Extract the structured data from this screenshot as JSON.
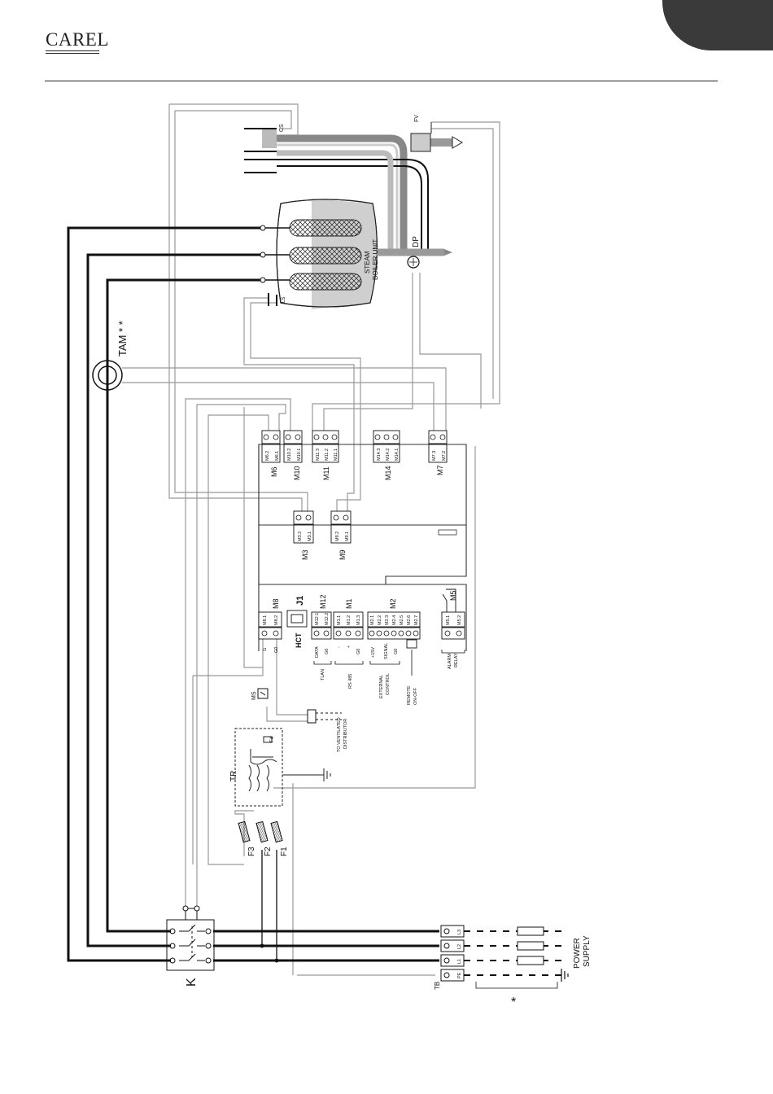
{
  "header": {
    "brand": "CAREL"
  },
  "diagram": {
    "steam_unit": [
      "STEAM",
      "BOILER UNIT"
    ],
    "components": {
      "cs": "CS",
      "fv": "FV",
      "dp": "DP",
      "ls": "LS",
      "tam": "TAM * *",
      "k": "K",
      "tr": "TR",
      "tb": "TB",
      "hct": "HCT",
      "ms": "MS",
      "f1": "F1",
      "f2": "F2",
      "f3": "F3",
      "f4": "F4"
    },
    "modules": {
      "m1": "M1",
      "m2": "M2",
      "m3": "M3",
      "m5": "M5",
      "m6": "M6",
      "m7": "M7",
      "m8": "M8",
      "m9": "M9",
      "m10": "M10",
      "m11": "M11",
      "m12": "M12",
      "m14": "M14",
      "j1": "J1"
    },
    "terminals": {
      "m6_2": "M6.2",
      "m6_1": "M6.1",
      "m10_2": "M10.2",
      "m10_1": "M10.1",
      "m11_3": "M11.3",
      "m11_2": "M11.2",
      "m11_1": "M11.1",
      "m14_3": "M14.3",
      "m14_2": "M14.2",
      "m14_1": "M14.1",
      "m7_3": "M7.3",
      "m7_2": "M7.2",
      "m3_2": "M3.2",
      "m3_1": "M3.1",
      "m9_2": "M9.2",
      "m9_1": "M9.1",
      "m8_1": "M8.1",
      "m8_2": "M8.2",
      "m12_1": "M12.1",
      "m12_2": "M12.2",
      "m1_1": "M1.1",
      "m1_2": "M1.2",
      "m1_3": "M1.3",
      "m2_1": "M2.1",
      "m2_2": "M2.2",
      "m2_3": "M2.3",
      "m2_4": "M2.4",
      "m2_5": "M2.5",
      "m2_6": "M2.6",
      "m2_7": "M2.7",
      "m5_1": "M5.1",
      "m5_2": "M5.2",
      "l3": "L3",
      "l2": "L2",
      "l1": "L1",
      "pe": "PE"
    },
    "wiring_labels": {
      "g": "G",
      "g0": "G0",
      "data": "DATA",
      "g0_tlan": "G0",
      "minus": "-",
      "plus": "+",
      "g0_rs": "G0",
      "v15": "+15V",
      "signal": "SIGNAL",
      "g0_ext": "G0",
      "tlan": "TLAN",
      "rs485": "RS 485",
      "external_control": [
        "EXTERNAL",
        "CONTROL"
      ],
      "remote_onoff": [
        "REMOTE",
        "ON-OFF"
      ],
      "alarm_relay": [
        "ALARM",
        "RELAY"
      ],
      "to_ventilated": [
        "TO VENTILATED",
        "DISTRIBUTOR"
      ]
    },
    "power_supply": [
      "POWER",
      "SUPPLY"
    ],
    "note_marker": "*"
  }
}
